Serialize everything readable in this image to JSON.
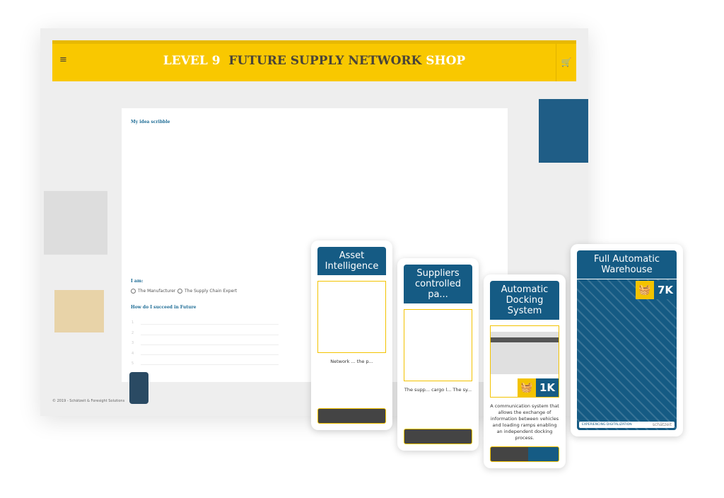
{
  "header": {
    "title_part1": "LEVEL 9",
    "title_part2": "FUTURE SUPPLY NETWORK",
    "title_part3": "SHOP",
    "menu_icon": "hamburger-icon",
    "cart_icon": "cart-icon"
  },
  "form": {
    "scribble_label": "My idea scribble",
    "iam_label": "I am:",
    "options": [
      "The Manufacturer",
      "The Supply Chain Expert"
    ],
    "success_label": "How do I succeed in Future",
    "line_numbers": [
      "1",
      "2",
      "3",
      "4",
      "5"
    ]
  },
  "footer": {
    "copyright": "© 2019 - Schätzeit & Foresight Solutions"
  },
  "cards": [
    {
      "title": "Asset Intelligence",
      "desc": "Network ... the p..."
    },
    {
      "title": "Suppliers controlled pa...",
      "desc": "The supp... cargo l... The sy..."
    },
    {
      "title": "Automatic Docking System",
      "price": "1K",
      "desc": "A communication system that allows the exchange of information between vehicles and loading ramps enabling an independent docking process."
    },
    {
      "title": "Full Automatic Warehouse",
      "price": "7K",
      "footer_left": "EXPERIENCING DIGITALIZATION",
      "footer_right": "schätzeit"
    }
  ],
  "colors": {
    "yellow": "#f9c800",
    "blue": "#155b84"
  }
}
